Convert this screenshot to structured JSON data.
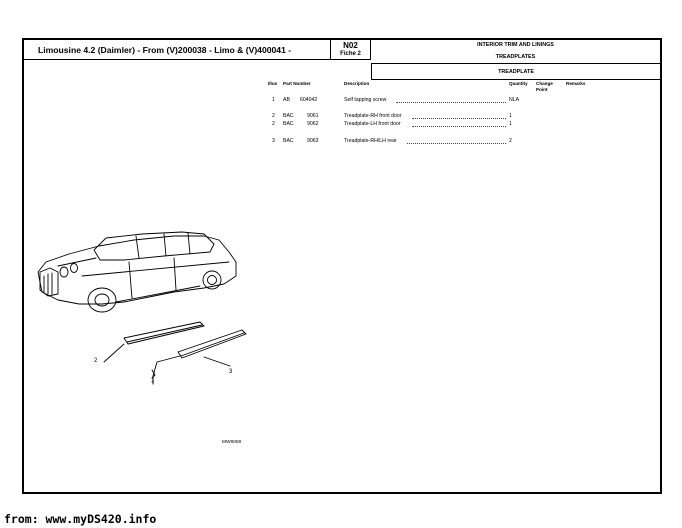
{
  "header": {
    "title": "Limousine 4.2 (Daimler) - From (V)200038 - Limo & (V)400041 -",
    "code": "N02",
    "fiche": "Fiche 2",
    "group": "INTERIOR TRIM AND LININGS",
    "section": "TREADPLATES",
    "subsection": "TREADPLATE"
  },
  "table": {
    "columns": {
      "illus": "Illus",
      "part_number": "Part Number",
      "description": "Description",
      "quantity": "Quantity",
      "change_point": "Change Point",
      "remarks": "Remarks"
    },
    "rows": [
      {
        "illus": "1",
        "prefix": "AB",
        "number": "604042",
        "description": "Self tapping screw",
        "quantity": "NLA"
      },
      {
        "illus": "2",
        "prefix": "BAC",
        "number": "9061",
        "description": "Treadplate-RH front door",
        "quantity": "1"
      },
      {
        "illus": "2",
        "prefix": "BAC",
        "number": "9062",
        "description": "Treadplate-LH front door",
        "quantity": "1"
      },
      {
        "illus": "3",
        "prefix": "BAC",
        "number": "9063",
        "description": "Treadplate-RH/LH rear",
        "quantity": "2"
      }
    ]
  },
  "illustration": {
    "callouts": [
      "1",
      "2",
      "3"
    ],
    "drawing_ref": "MW9059"
  },
  "footer": {
    "source": "from: www.myDS420.info"
  }
}
